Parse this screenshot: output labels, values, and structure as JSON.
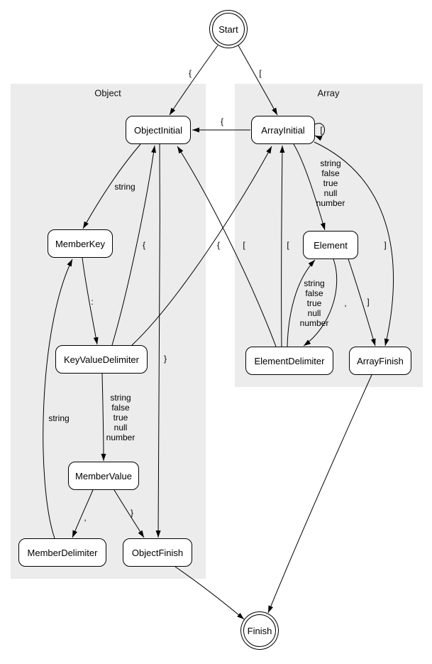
{
  "diagram": {
    "background_color": "#ffffff",
    "cluster_fill_color": "#ececec",
    "stroke_color": "#000000",
    "clusters": {
      "object": {
        "label": "Object"
      },
      "array": {
        "label": "Array"
      }
    },
    "nodes": {
      "start": {
        "label": "Start",
        "shape": "doublecircle"
      },
      "objectInitial": {
        "label": "ObjectInitial",
        "shape": "box"
      },
      "arrayInitial": {
        "label": "ArrayInitial",
        "shape": "box"
      },
      "memberKey": {
        "label": "MemberKey",
        "shape": "box"
      },
      "element": {
        "label": "Element",
        "shape": "box"
      },
      "keyValueDelimiter": {
        "label": "KeyValueDelimiter",
        "shape": "box"
      },
      "elementDelimiter": {
        "label": "ElementDelimiter",
        "shape": "box"
      },
      "arrayFinish": {
        "label": "ArrayFinish",
        "shape": "box"
      },
      "memberValue": {
        "label": "MemberValue",
        "shape": "box"
      },
      "memberDelimiter": {
        "label": "MemberDelimiter",
        "shape": "box"
      },
      "objectFinish": {
        "label": "ObjectFinish",
        "shape": "box"
      },
      "finish": {
        "label": "Finish",
        "shape": "doublecircle"
      }
    },
    "edges": {
      "start_objectInitial": {
        "from": "Start",
        "to": "ObjectInitial",
        "label": "{"
      },
      "start_arrayInitial": {
        "from": "Start",
        "to": "ArrayInitial",
        "label": "["
      },
      "arrayInitial_objectInitial": {
        "from": "ArrayInitial",
        "to": "ObjectInitial",
        "label": "{"
      },
      "arrayInitial_self": {
        "from": "ArrayInitial",
        "to": "ArrayInitial",
        "label": "["
      },
      "objectInitial_memberKey": {
        "from": "ObjectInitial",
        "to": "MemberKey",
        "label": "string"
      },
      "memberKey_keyValueDelimiter": {
        "from": "MemberKey",
        "to": "KeyValueDelimiter",
        "label": ":"
      },
      "keyValueDelimiter_memberValue": {
        "from": "KeyValueDelimiter",
        "to": "MemberValue",
        "label": "string\nfalse\ntrue\nnull\nnumber"
      },
      "memberValue_memberDelimiter": {
        "from": "MemberValue",
        "to": "MemberDelimiter",
        "label": ","
      },
      "memberValue_objectFinish": {
        "from": "MemberValue",
        "to": "ObjectFinish",
        "label": "}"
      },
      "memberDelimiter_memberKey": {
        "from": "MemberDelimiter",
        "to": "MemberKey",
        "label": "string"
      },
      "keyValueDelimiter_objectInitial": {
        "from": "KeyValueDelimiter",
        "to": "ObjectInitial",
        "label": "{"
      },
      "objectInitial_objectFinish": {
        "from": "ObjectInitial",
        "to": "ObjectFinish",
        "label": "}"
      },
      "elementDelimiter_objectInitial": {
        "from": "ElementDelimiter",
        "to": "ObjectInitial",
        "label": "{"
      },
      "keyValueDelimiter_arrayInitial": {
        "from": "KeyValueDelimiter",
        "to": "ArrayInitial",
        "label": "["
      },
      "elementDelimiter_arrayInitial": {
        "from": "ElementDelimiter",
        "to": "ArrayInitial",
        "label": "["
      },
      "arrayInitial_element": {
        "from": "ArrayInitial",
        "to": "Element",
        "label": "string\nfalse\ntrue\nnull\nnumber"
      },
      "element_elementDelimiter": {
        "from": "Element",
        "to": "ElementDelimiter",
        "label": ","
      },
      "elementDelimiter_element": {
        "from": "ElementDelimiter",
        "to": "Element",
        "label": "string\nfalse\ntrue\nnull\nnumber"
      },
      "element_arrayFinish": {
        "from": "Element",
        "to": "ArrayFinish",
        "label": "]"
      },
      "arrayInitial_arrayFinish": {
        "from": "ArrayInitial",
        "to": "ArrayFinish",
        "label": "]"
      },
      "objectFinish_finish": {
        "from": "ObjectFinish",
        "to": "Finish",
        "label": ""
      },
      "arrayFinish_finish": {
        "from": "ArrayFinish",
        "to": "Finish",
        "label": ""
      }
    }
  }
}
